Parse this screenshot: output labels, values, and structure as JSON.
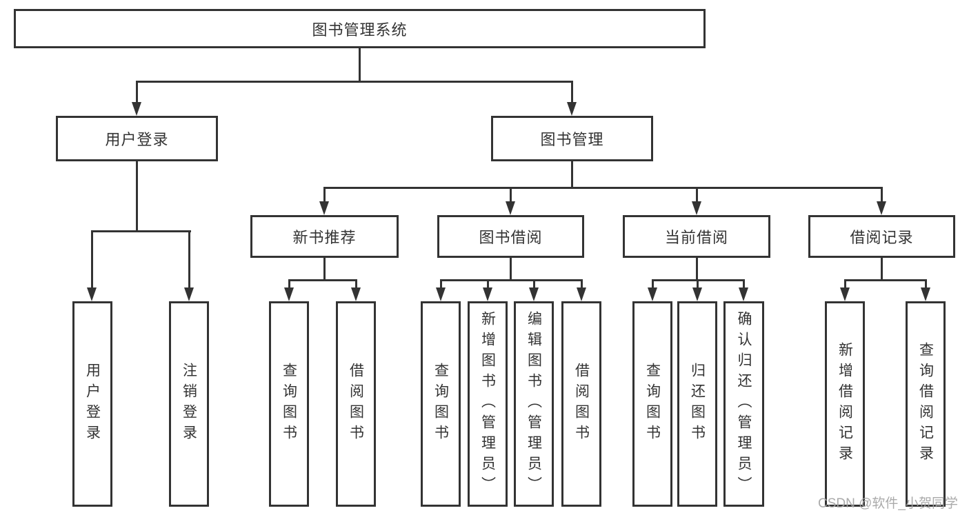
{
  "tree": {
    "label": "图书管理系统",
    "children": [
      {
        "label": "用户登录",
        "children": [
          {
            "label": "用户登录"
          },
          {
            "label": "注销登录"
          }
        ]
      },
      {
        "label": "图书管理",
        "children": [
          {
            "label": "新书推荐",
            "children": [
              {
                "label": "查询图书"
              },
              {
                "label": "借阅图书"
              }
            ]
          },
          {
            "label": "图书借阅",
            "children": [
              {
                "label": "查询图书"
              },
              {
                "label": "新增图书（管理员）"
              },
              {
                "label": "编辑图书（管理员）"
              },
              {
                "label": "借阅图书"
              }
            ]
          },
          {
            "label": "当前借阅",
            "children": [
              {
                "label": "查询图书"
              },
              {
                "label": "归还图书"
              },
              {
                "label": "确认归还（管理员）"
              }
            ]
          },
          {
            "label": "借阅记录",
            "children": [
              {
                "label": "新增借阅记录"
              },
              {
                "label": "查询借阅记录"
              }
            ]
          }
        ]
      }
    ]
  },
  "watermark": "CSDN @软件_小贺同学",
  "colors": {
    "line": "#333333",
    "background": "#ffffff",
    "watermark": "#a5a5a5"
  }
}
